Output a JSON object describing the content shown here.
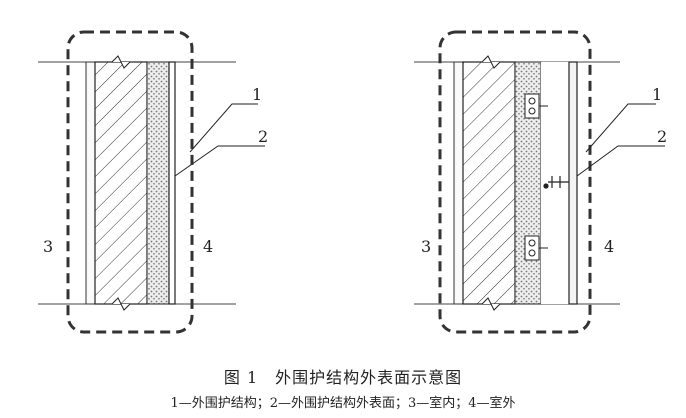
{
  "left_diagram": {
    "labels": {
      "l1": "1",
      "l2": "2",
      "l3": "3",
      "l4": "4"
    }
  },
  "right_diagram": {
    "labels": {
      "l1": "1",
      "l2": "2",
      "l3": "3",
      "l4": "4"
    }
  },
  "caption": {
    "title": "图 1　外围护结构外表面示意图",
    "legend": "1—外围护结构；2—外围护结构外表面；3—室内；4—室外"
  },
  "colors": {
    "line": "#222222",
    "dash": "#333333"
  }
}
